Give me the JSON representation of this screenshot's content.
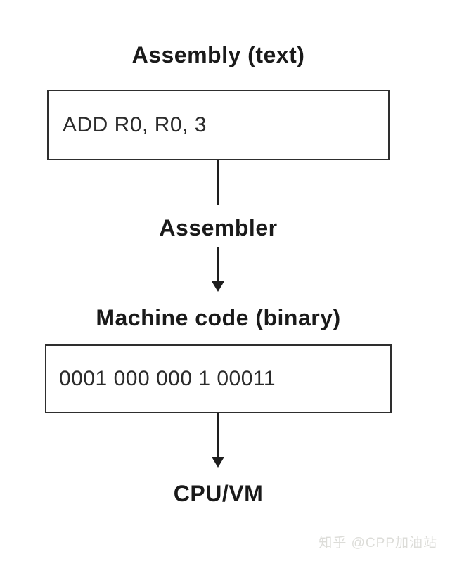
{
  "diagram": {
    "assembly_title": "Assembly (text)",
    "assembly_code": "ADD R0, R0, 3",
    "assembler_label": "Assembler",
    "machine_title": "Machine code (binary)",
    "machine_code": "0001 000 000 1 00011",
    "cpu_label": "CPU/VM"
  },
  "watermark": {
    "text": "知乎 @CPP加油站"
  },
  "colors": {
    "background": "#ffffff",
    "text": "#1a1a1a",
    "box_border": "#2e2e2e",
    "line": "#1e1e1e",
    "watermark": "#dcdcd8"
  }
}
